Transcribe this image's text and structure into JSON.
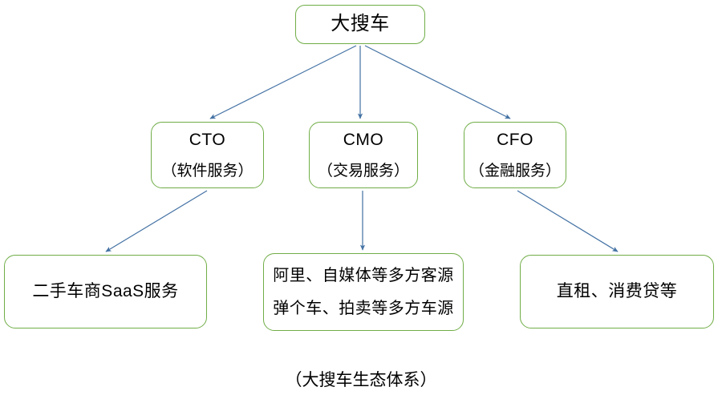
{
  "diagram": {
    "caption": "（大搜车生态体系）",
    "colors": {
      "node_border": "#70AD47",
      "connector": "#4472A4",
      "background": "#FFFFFF",
      "text": "#000000"
    },
    "nodes": {
      "root": {
        "label": "大搜车"
      },
      "cto": {
        "title": "CTO",
        "subtitle": "（软件服务）"
      },
      "cmo": {
        "title": "CMO",
        "subtitle": "（交易服务）"
      },
      "cfo": {
        "title": "CFO",
        "subtitle": "（金融服务）"
      },
      "saas": {
        "label": "二手车商SaaS服务"
      },
      "supply": {
        "line1": "阿里、自媒体等多方客源",
        "line2": "弹个车、拍卖等多方车源"
      },
      "finance": {
        "label": "直租、消费贷等"
      }
    },
    "edges": [
      {
        "from": "root",
        "to": "cto"
      },
      {
        "from": "root",
        "to": "cmo"
      },
      {
        "from": "root",
        "to": "cfo"
      },
      {
        "from": "cto",
        "to": "saas"
      },
      {
        "from": "cmo",
        "to": "supply"
      },
      {
        "from": "cfo",
        "to": "finance"
      }
    ]
  }
}
